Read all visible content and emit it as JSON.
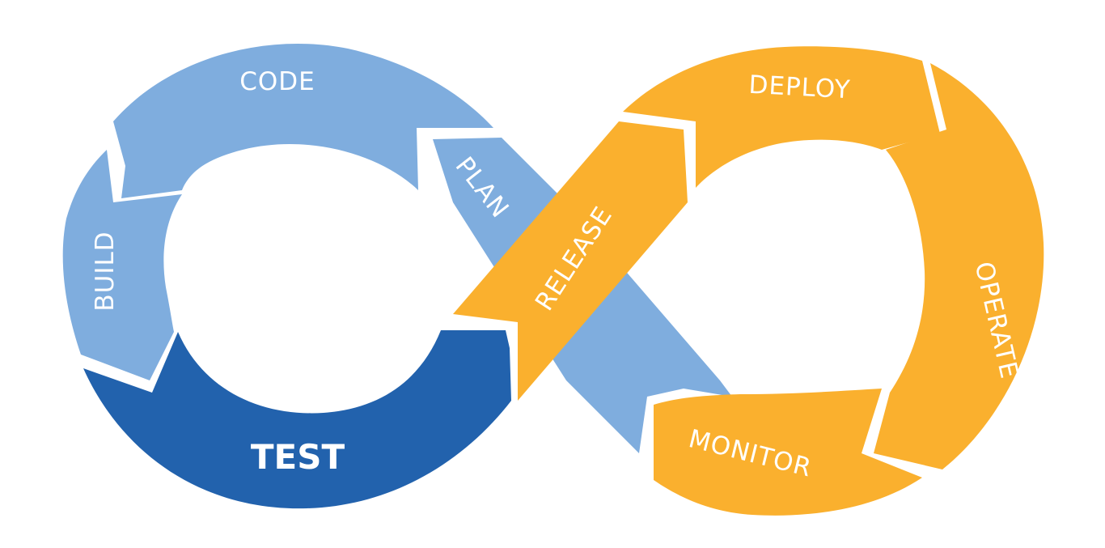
{
  "colors": {
    "light_blue": "#7fadde",
    "dark_blue": "#2262ad",
    "orange": "#fab02e",
    "gap": "#ffffff"
  },
  "stages": [
    {
      "id": "plan",
      "label": "PLAN",
      "color": "#7fadde"
    },
    {
      "id": "code",
      "label": "CODE",
      "color": "#7fadde"
    },
    {
      "id": "build",
      "label": "BUILD",
      "color": "#7fadde"
    },
    {
      "id": "test",
      "label": "TEST",
      "color": "#2262ad"
    },
    {
      "id": "release",
      "label": "RELEASE",
      "color": "#fab02e"
    },
    {
      "id": "deploy",
      "label": "DEPLOY",
      "color": "#fab02e"
    },
    {
      "id": "operate",
      "label": "OPERATE",
      "color": "#fab02e"
    },
    {
      "id": "monitor",
      "label": "MONITOR",
      "color": "#fab02e"
    }
  ]
}
